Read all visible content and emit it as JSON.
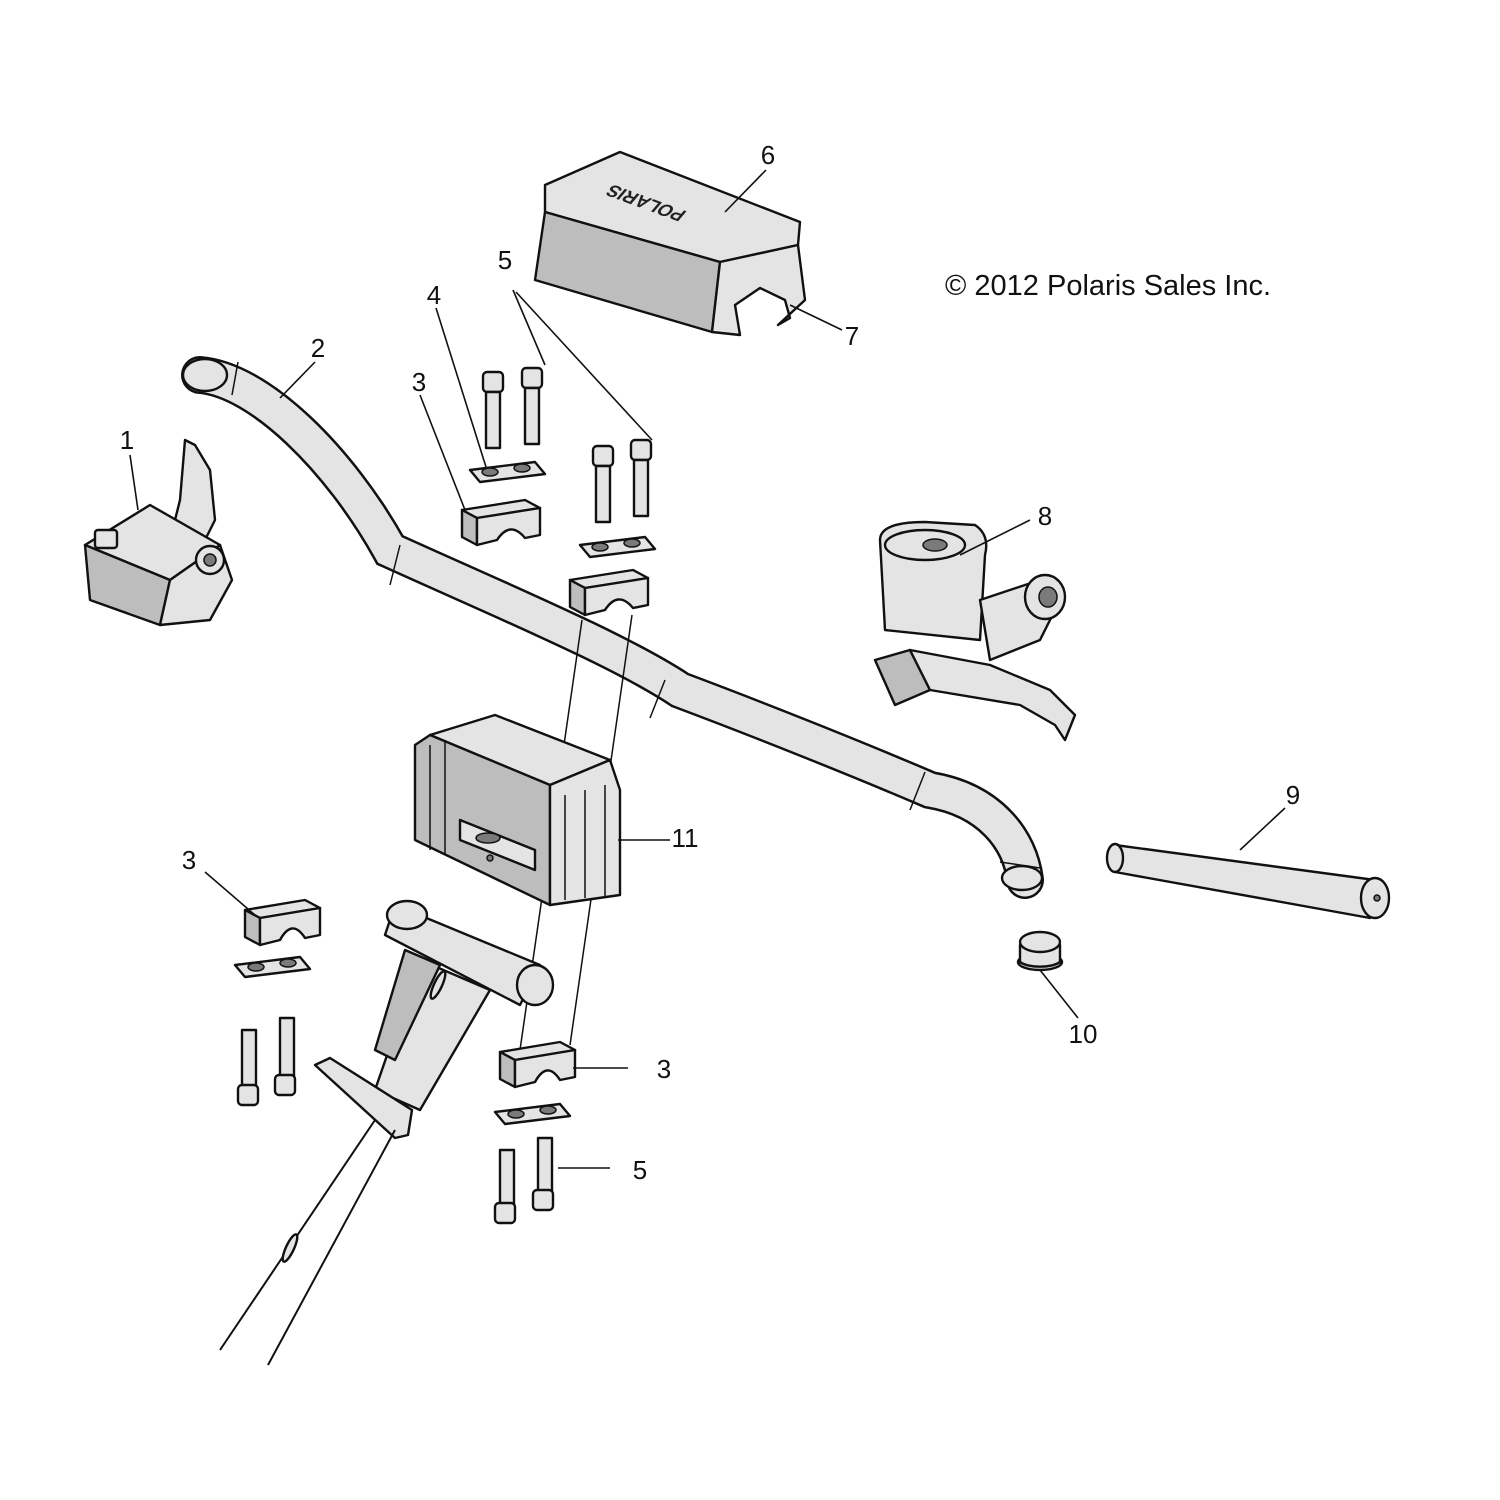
{
  "copyright": "© 2012 Polaris Sales Inc.",
  "callouts": [
    {
      "id": "c1",
      "label": "1"
    },
    {
      "id": "c2",
      "label": "2"
    },
    {
      "id": "c3a",
      "label": "3"
    },
    {
      "id": "c3b",
      "label": "3"
    },
    {
      "id": "c3c",
      "label": "3"
    },
    {
      "id": "c4",
      "label": "4"
    },
    {
      "id": "c5a",
      "label": "5"
    },
    {
      "id": "c5b",
      "label": "5"
    },
    {
      "id": "c6",
      "label": "6"
    },
    {
      "id": "c7",
      "label": "7"
    },
    {
      "id": "c8",
      "label": "8"
    },
    {
      "id": "c9",
      "label": "9"
    },
    {
      "id": "c10",
      "label": "10"
    },
    {
      "id": "c11",
      "label": "11"
    }
  ],
  "pad_logo_text": "POLARIS",
  "colors": {
    "line": "#111111",
    "fill": "#e4e4e4",
    "shade": "#bdbdbd",
    "background": "#ffffff"
  }
}
